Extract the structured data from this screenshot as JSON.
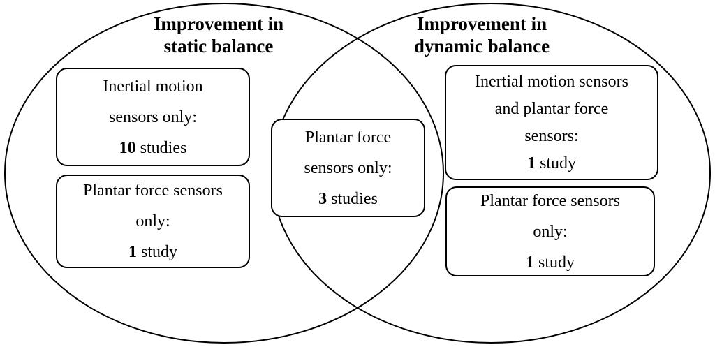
{
  "venn": {
    "left": {
      "title": {
        "line1": "Improvement in",
        "line2": "static balance"
      },
      "box1": {
        "line1": "Inertial motion",
        "line2": "sensors only:",
        "count": "10",
        "suffix": " studies"
      },
      "box2": {
        "line1": "Plantar force sensors",
        "line2": "only:",
        "count": "1",
        "suffix": " study"
      }
    },
    "overlap": {
      "box": {
        "line1": "Plantar force",
        "line2": "sensors only:",
        "count": "3",
        "suffix": " studies"
      }
    },
    "right": {
      "title": {
        "line1": "Improvement in",
        "line2": "dynamic balance"
      },
      "box1": {
        "line1": "Inertial motion sensors",
        "line2": "and plantar force",
        "line3": "sensors:",
        "count": "1",
        "suffix": " study"
      },
      "box2": {
        "line1": "Plantar force sensors",
        "line2": "only:",
        "count": "1",
        "suffix": " study"
      }
    },
    "colors": {
      "stroke": "#000000",
      "background": "#ffffff",
      "text": "#000000"
    }
  }
}
